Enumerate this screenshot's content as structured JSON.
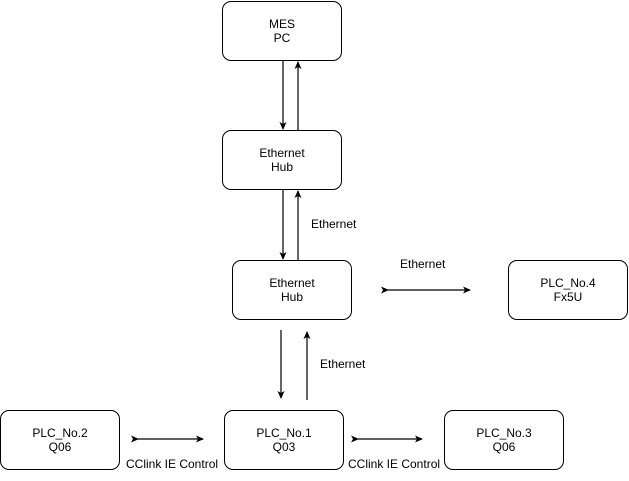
{
  "nodes": {
    "mes": {
      "line1": "MES",
      "line2": "PC"
    },
    "hub1": {
      "line1": "Ethernet",
      "line2": "Hub"
    },
    "hub2": {
      "line1": "Ethernet",
      "line2": "Hub"
    },
    "plc4": {
      "line1": "PLC_No.4",
      "line2": "Fx5U"
    },
    "plc2": {
      "line1": "PLC_No.2",
      "line2": "Q06"
    },
    "plc1": {
      "line1": "PLC_No.1",
      "line2": "Q03"
    },
    "plc3": {
      "line1": "PLC_No.3",
      "line2": "Q06"
    }
  },
  "edges": {
    "hub1_hub2_label": "Ethernet",
    "hub2_plc4_label": "Ethernet",
    "hub2_plc1_label": "Ethernet",
    "plc2_plc1_label": "CClink IE Control",
    "plc1_plc3_label": "CClink IE Control"
  }
}
